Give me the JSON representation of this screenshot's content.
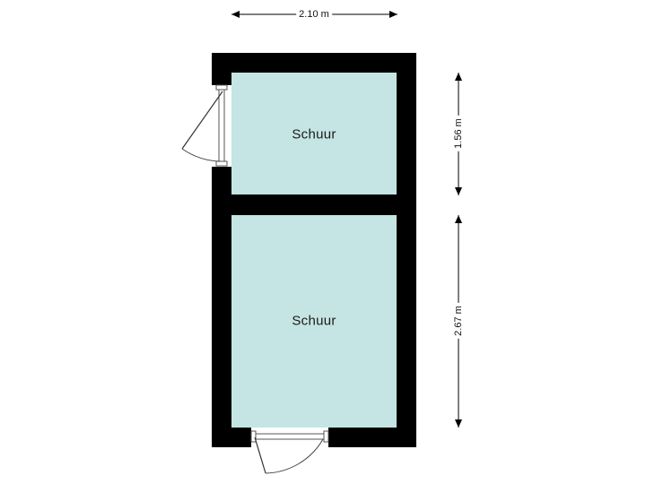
{
  "rooms": [
    {
      "name": "Schuur"
    },
    {
      "name": "Schuur"
    }
  ],
  "dimensions": {
    "width": "2.10 m",
    "upper_room_height": "1.56 m",
    "lower_room_height": "2.67 m"
  },
  "colors": {
    "wall": "#000000",
    "floor": "#c4e5e3",
    "dimension_line": "#000000"
  }
}
